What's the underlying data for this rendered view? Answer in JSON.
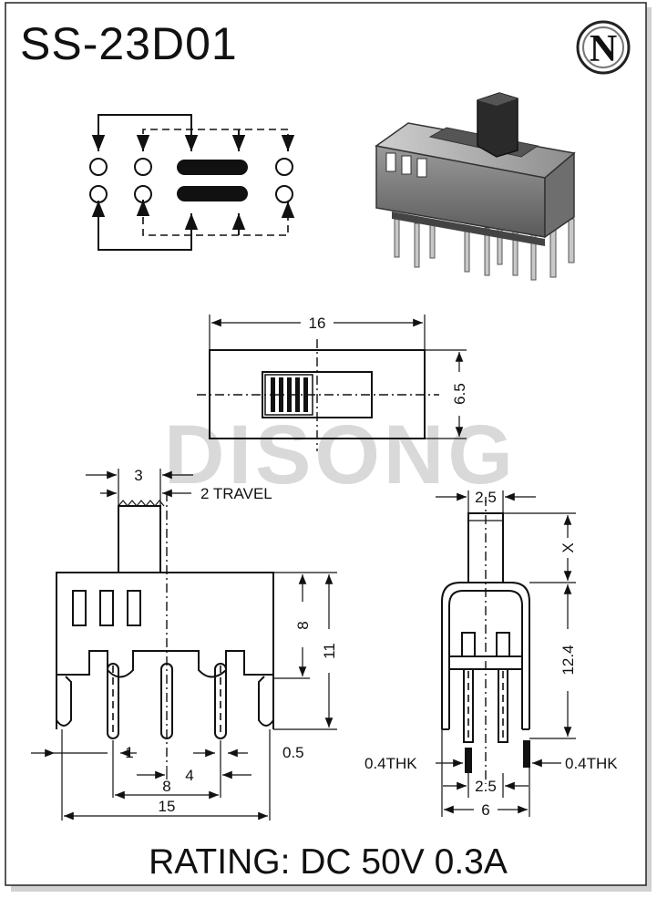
{
  "title": "SS-23D01",
  "logo": {
    "letter": "N",
    "icon": "brand-n-logo-icon"
  },
  "watermark": "DISONG",
  "colors": {
    "line": "#111111",
    "watermark": "#d9d9d9",
    "background": "#ffffff"
  },
  "top_view": {
    "width": "16",
    "height": "6.5"
  },
  "side_view": {
    "actuator_width": "3",
    "travel": "2 TRAVEL",
    "body_height": "8",
    "total_height": "11",
    "pin_width": "1",
    "pin_thickness": "0.5",
    "pitch": "4",
    "span": "8",
    "overall_width": "15"
  },
  "end_view": {
    "actuator_width": "2.5",
    "actuator_height": "X",
    "height": "12.4",
    "left_thickness": "0.4THK",
    "right_thickness": "0.4THK",
    "pin_pitch": "2.5",
    "width": "6"
  },
  "rating": "RATING: DC 50V 0.3A"
}
